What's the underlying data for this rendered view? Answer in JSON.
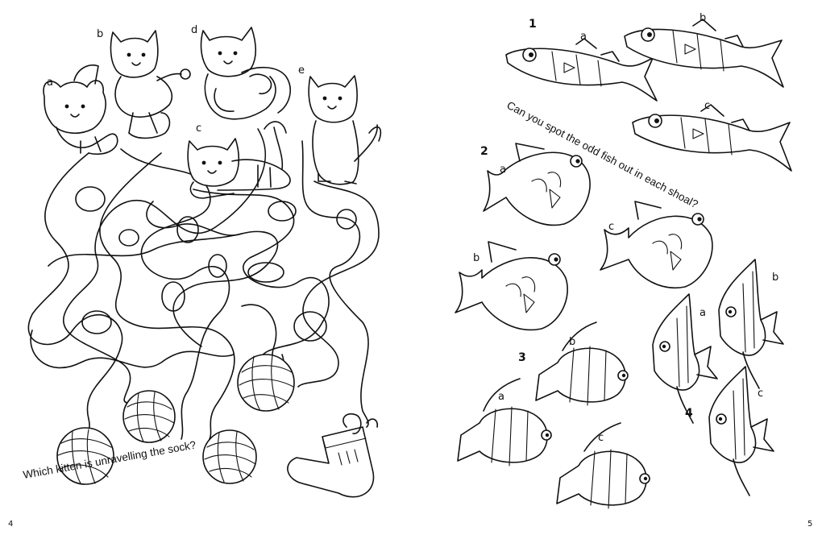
{
  "left_page": {
    "question": "Which kitten is unravelling the sock?",
    "page_number": "4",
    "kitten_labels": [
      "a",
      "b",
      "c",
      "d",
      "e"
    ]
  },
  "right_page": {
    "question": "Can you spot the odd fish out in each shoal?",
    "page_number": "5",
    "shoal_numbers": [
      "1",
      "2",
      "3",
      "4"
    ],
    "shoal_1_labels": [
      "a",
      "b",
      "c"
    ],
    "shoal_2_labels": [
      "a",
      "b",
      "c"
    ],
    "shoal_3_labels": [
      "a",
      "b",
      "c"
    ],
    "shoal_4_labels": [
      "a",
      "b",
      "c"
    ]
  }
}
